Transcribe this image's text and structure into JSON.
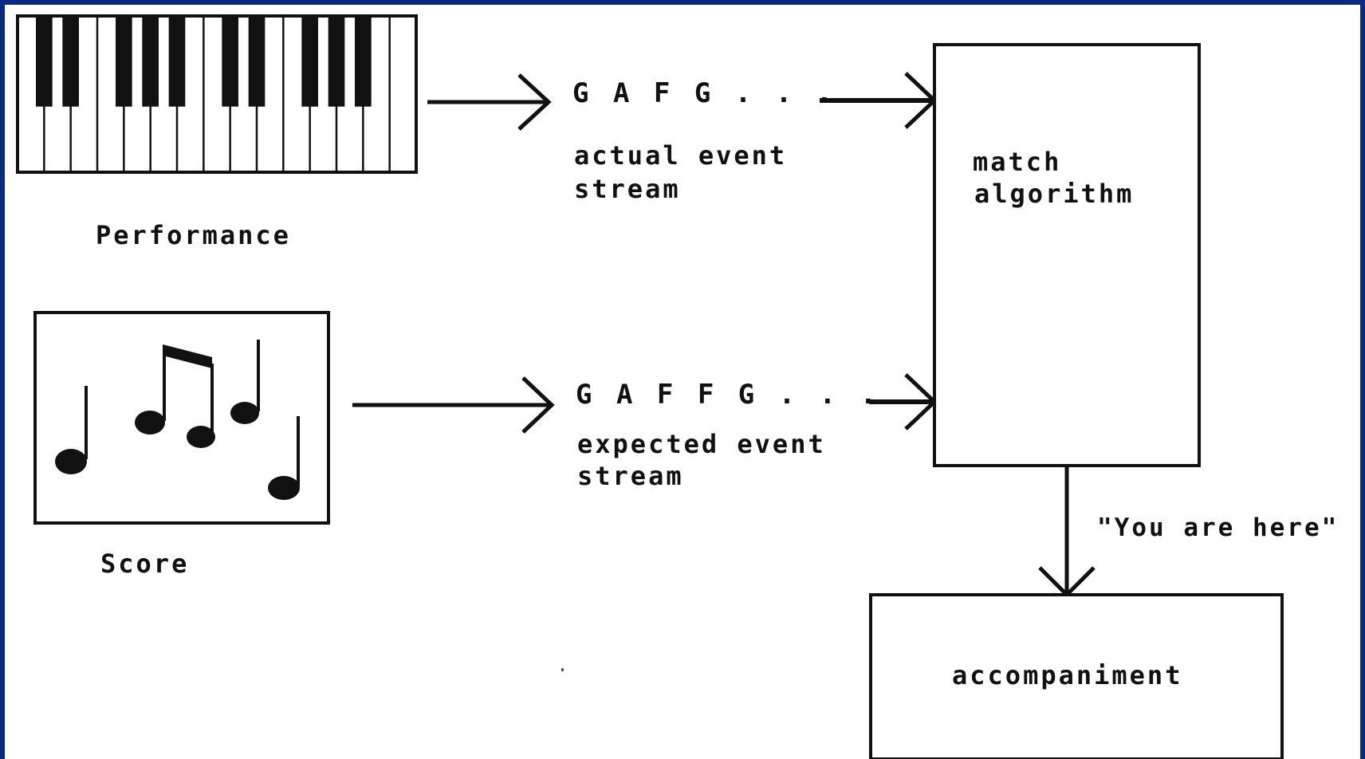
{
  "performance": {
    "label": "Performance"
  },
  "score": {
    "label": "Score"
  },
  "actual_stream": {
    "sequence": "G  A  F  G  . . .",
    "caption_line1": "actual event",
    "caption_line2": "stream"
  },
  "expected_stream": {
    "sequence": "G  A  F  F  G  . . .",
    "caption_line1": "expected event",
    "caption_line2": "stream"
  },
  "match_box": {
    "line1": "match",
    "line2": "algorithm"
  },
  "output_label": "\"You are here\"",
  "accompaniment_box": {
    "label": "accompaniment"
  }
}
